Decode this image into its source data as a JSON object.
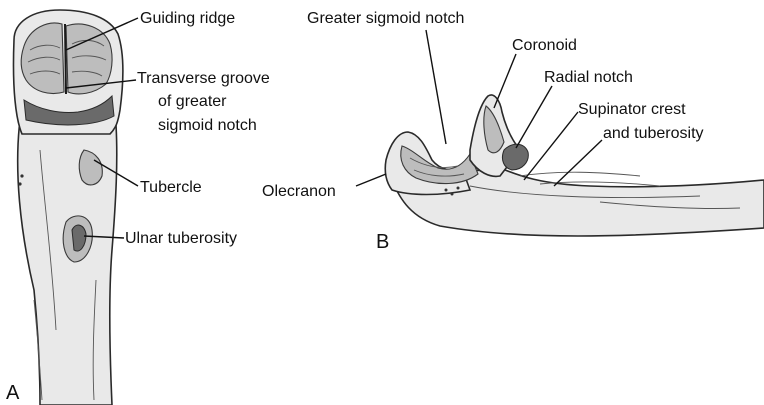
{
  "figure": {
    "panel_a": {
      "letter": "A",
      "labels": {
        "guiding_ridge": "Guiding ridge",
        "transverse_groove_1": "Transverse groove",
        "transverse_groove_2": "of greater",
        "transverse_groove_3": "sigmoid notch",
        "tubercle": "Tubercle",
        "ulnar_tuberosity": "Ulnar tuberosity"
      }
    },
    "panel_b": {
      "letter": "B",
      "labels": {
        "greater_sigmoid_notch": "Greater sigmoid notch",
        "coronoid": "Coronoid",
        "radial_notch": "Radial notch",
        "supinator_1": "Supinator crest",
        "supinator_2": "and tuberosity",
        "olecranon": "Olecranon"
      }
    }
  }
}
